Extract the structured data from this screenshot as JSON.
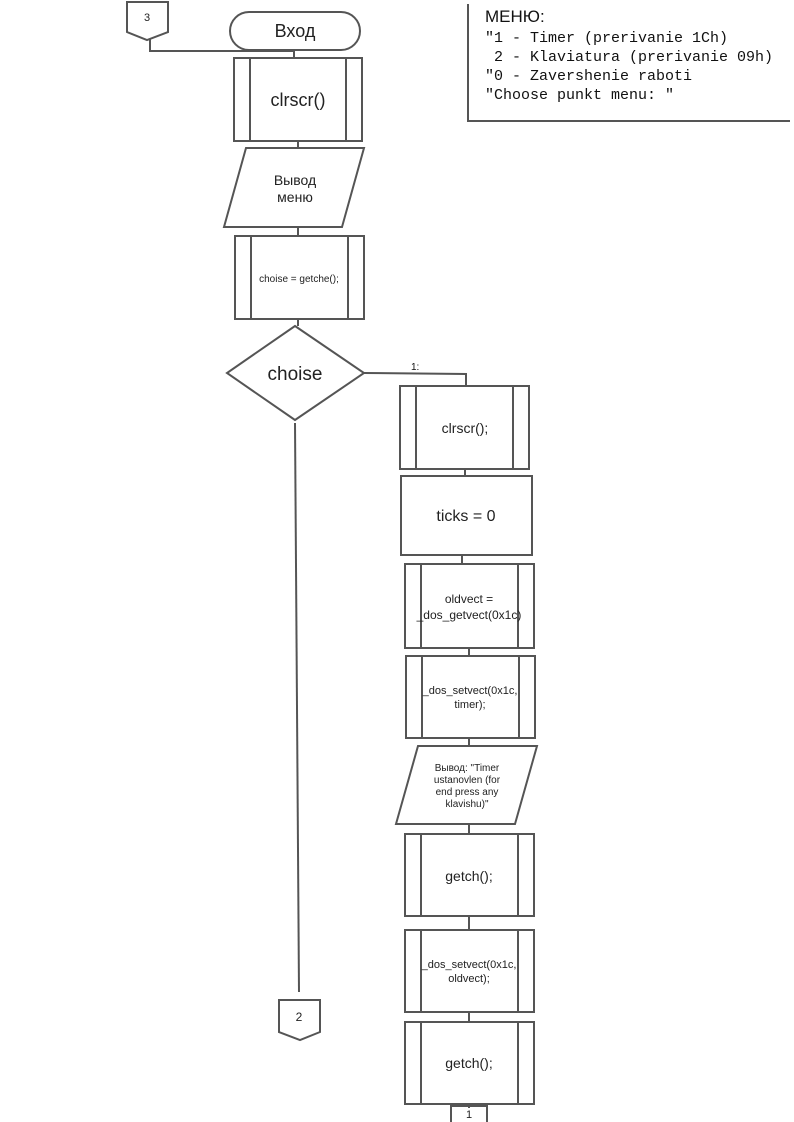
{
  "menu_note": {
    "title": "МЕНЮ:",
    "lines": [
      "\"1 - Timer (prerivanie 1Ch)",
      " 2 - Klaviatura (prerivanie 09h)",
      "\"0 - Zavershenie raboti",
      "\"Choose punkt menu: \""
    ]
  },
  "connectors": {
    "top": "3",
    "bottom_left": "2",
    "bottom_right": "1"
  },
  "blocks": {
    "start": "Вход",
    "clrscr_main": "clrscr()",
    "menu_output": [
      "Вывод",
      "меню"
    ],
    "getche": "choise = getche();",
    "decision": "choise",
    "branch_label": "1:",
    "clrscr_branch": "clrscr();",
    "ticks": "ticks = 0",
    "oldvect": [
      "oldvect =",
      "_dos_getvect(0x1c)"
    ],
    "setvect_timer": [
      "_dos_setvect(0x1c,",
      "timer);"
    ],
    "timer_output": [
      "Вывод: \"Timer",
      "ustanovlen (for",
      "end press any",
      "klavishu)\""
    ],
    "getch_1": "getch();",
    "setvect_old": [
      "_dos_setvect(0x1c,",
      "oldvect);"
    ],
    "getch_2": "getch();"
  },
  "colors": {
    "stroke": "#555555",
    "text": "#222222",
    "background": "#ffffff"
  }
}
